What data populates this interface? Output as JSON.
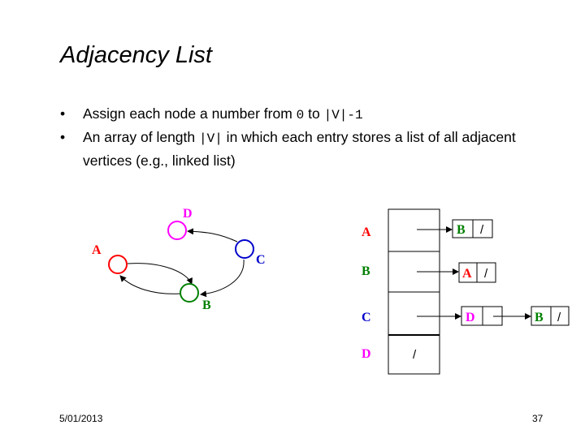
{
  "title": "Adjacency List",
  "bullets": [
    {
      "before": "Assign each node a number from ",
      "code1": "0",
      "mid": " to ",
      "code2": "|V|-1",
      "after": ""
    },
    {
      "before": "An array of length ",
      "code1": "|V|",
      "after": " in which each entry stores a list of all adjacent vertices (e.g., linked list)"
    }
  ],
  "graph": {
    "nodes": [
      {
        "id": "A",
        "label": "A",
        "color": "#ff0000"
      },
      {
        "id": "B",
        "label": "B",
        "color": "#008000"
      },
      {
        "id": "C",
        "label": "C",
        "color": "#0000cc"
      },
      {
        "id": "D",
        "label": "D",
        "color": "#ff00ff"
      }
    ]
  },
  "adjacency": {
    "rows": [
      {
        "label": "A",
        "color": "#ff0000",
        "list": [
          {
            "label": "B",
            "color": "#008000"
          }
        ]
      },
      {
        "label": "B",
        "color": "#008000",
        "list": [
          {
            "label": "A",
            "color": "#ff0000"
          }
        ]
      },
      {
        "label": "C",
        "color": "#0000cc",
        "list": [
          {
            "label": "D",
            "color": "#ff00ff"
          },
          {
            "label": "B",
            "color": "#008000"
          }
        ]
      },
      {
        "label": "D",
        "color": "#ff00ff",
        "list": []
      }
    ],
    "null_symbol": "/"
  },
  "footer": {
    "date": "5/01/2013",
    "page": "37"
  }
}
